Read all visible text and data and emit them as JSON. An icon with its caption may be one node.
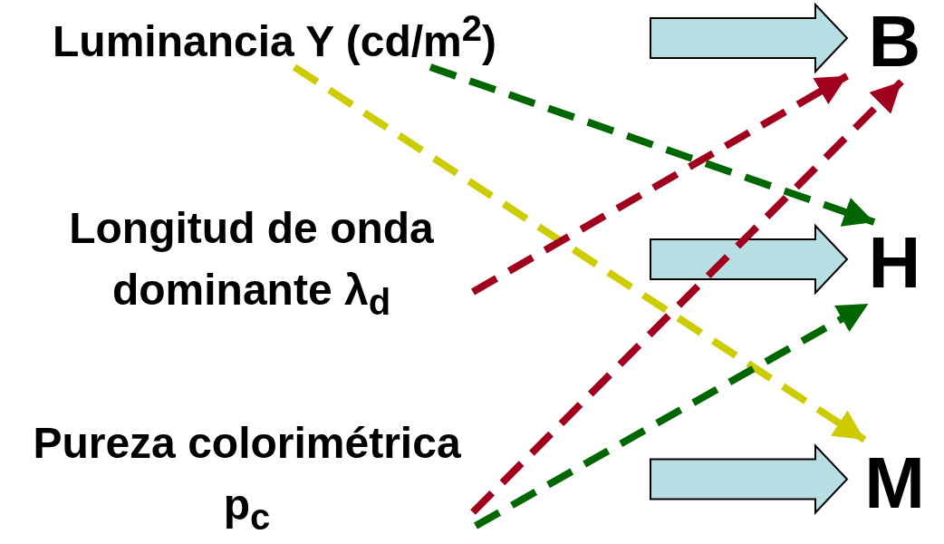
{
  "diagram": {
    "nodes": [
      {
        "text": [
          "Luminancia Y (cd/m$^{2}$)"
        ]
      },
      {
        "text": [
          "Longitud de onda dominante λ$_{d}$"
        ]
      },
      {
        "text": [
          "Pureza colorimétrica p$_{c}$"
        ]
      },
      {
        "text": [
          "B"
        ]
      },
      {
        "text": [
          "H"
        ]
      },
      {
        "text": [
          "M"
        ]
      }
    ],
    "edges": [
      {
        "from": null,
        "to": 3,
        "arrow": "to",
        "style": "thick",
        "color": "#b7dfe3"
      },
      {
        "from": null,
        "to": 4,
        "arrow": "to",
        "style": "thick",
        "color": "#b7dfe3"
      },
      {
        "from": null,
        "to": 5,
        "arrow": "to",
        "style": "thick",
        "color": "#b7dfe3"
      },
      {
        "from": 0,
        "to": 5,
        "arrow": "to",
        "style": "dashed",
        "color": "#cccc00"
      },
      {
        "from": 0,
        "to": 4,
        "arrow": "to",
        "style": "dashed",
        "color": "#006600"
      },
      {
        "from": 1,
        "to": 3,
        "arrow": "to",
        "style": "dashed",
        "color": "#a0001e"
      },
      {
        "from": 2,
        "to": 3,
        "arrow": "to",
        "style": "dashed",
        "color": "#a0001e"
      },
      {
        "from": 2,
        "to": 4,
        "arrow": "to",
        "style": "dashed",
        "color": "#006600"
      }
    ]
  }
}
